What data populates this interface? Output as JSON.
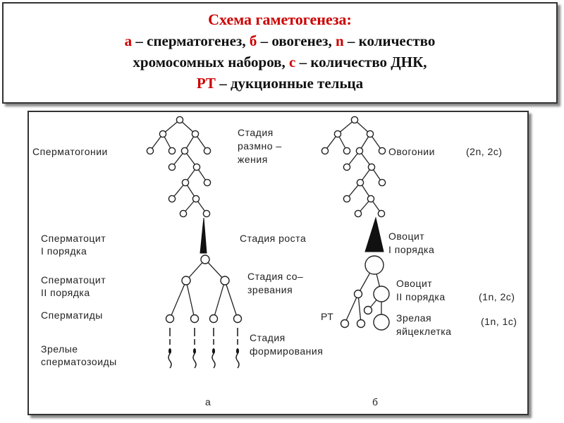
{
  "header": {
    "title": "Схема гаметогенеза:",
    "line2": {
      "a_key": "а",
      "a_text": " – сперматогенез, ",
      "b_key": "б",
      "b_text": " – овогенез, ",
      "n_key": "n",
      "n_text": " – количество"
    },
    "line3": {
      "text1": "хромосомных наборов, ",
      "c_key": "с",
      "text2": " – количество ДНК,"
    },
    "line4": {
      "rt_key": "РТ",
      "text": " – дукционные тельца"
    }
  },
  "diagram": {
    "left_labels": {
      "spermatogonia": "Сперматогонии",
      "spermatocyte1_l1": "Сперматоцит",
      "spermatocyte1_l2": "I порядка",
      "spermatocyte2_l1": "Сперматоцит",
      "spermatocyte2_l2": "II порядка",
      "spermatids": "Сперматиды",
      "mature_l1": "Зрелые",
      "mature_l2": "сперматозоиды"
    },
    "middle_labels": {
      "reproduction_l1": "Стадия",
      "reproduction_l2": "размно –",
      "reproduction_l3": "жения",
      "growth": "Стадия роста",
      "maturation_l1": "Стадия  со–",
      "maturation_l2": "зревания",
      "formation_l1": "Стадия",
      "formation_l2": "формирования"
    },
    "right_labels": {
      "oogonia": "Овогонии",
      "oogonia_formula": "(2n, 2c)",
      "oocyte1_l1": "Овоцит",
      "oocyte1_l2": "I порядка",
      "oocyte2_l1": "Овоцит",
      "oocyte2_l2": "II порядка",
      "oocyte2_formula": "(1n, 2c)",
      "polar_bodies": "РТ",
      "mature_egg_l1": "Зрелая",
      "mature_egg_l2": "яйцеклетка",
      "mature_egg_formula": "(1n, 1c)"
    },
    "captions": {
      "a": "а",
      "b": "б"
    }
  }
}
